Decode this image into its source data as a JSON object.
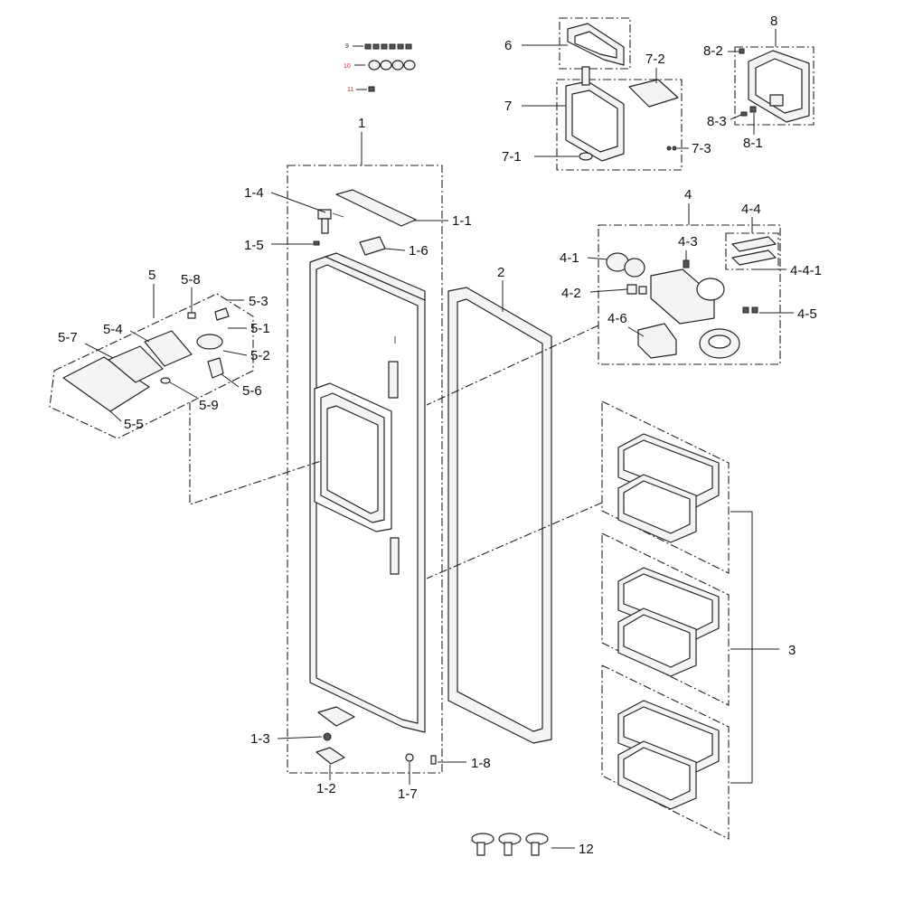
{
  "labels": {
    "l1": "1",
    "l1_1": "1-1",
    "l1_2": "1-2",
    "l1_3": "1-3",
    "l1_4": "1-4",
    "l1_5": "1-5",
    "l1_6": "1-6",
    "l1_7": "1-7",
    "l1_8": "1-8",
    "l2": "2",
    "l3": "3",
    "l4": "4",
    "l4_1": "4-1",
    "l4_2": "4-2",
    "l4_3": "4-3",
    "l4_4": "4-4",
    "l4_4_1": "4-4-1",
    "l4_5": "4-5",
    "l4_6": "4-6",
    "l5": "5",
    "l5_1": "5-1",
    "l5_2": "5-2",
    "l5_3": "5-3",
    "l5_4": "5-4",
    "l5_5": "5-5",
    "l5_6": "5-6",
    "l5_7": "5-7",
    "l5_8": "5-8",
    "l5_9": "5-9",
    "l6": "6",
    "l7": "7",
    "l7_1": "7-1",
    "l7_2": "7-2",
    "l7_3": "7-3",
    "l8": "8",
    "l8_1": "8-1",
    "l8_2": "8-2",
    "l8_3": "8-3",
    "l9": "9",
    "l10": "10",
    "l11": "11",
    "l12": "12"
  }
}
